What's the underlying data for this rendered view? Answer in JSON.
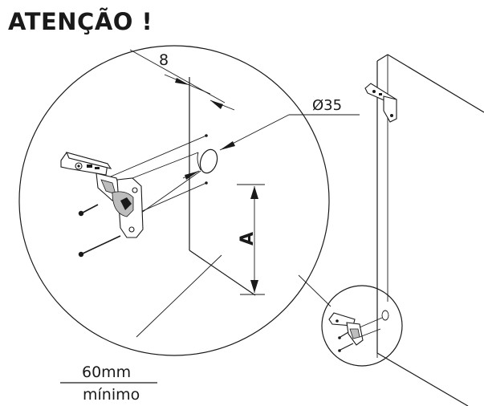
{
  "title": "ATENÇÃO !",
  "dimensions": {
    "edge_distance": "8",
    "cup_diameter": "Ø35",
    "height_label": "A",
    "min_distance_value": "60mm",
    "min_distance_unit": "mínimo"
  },
  "colors": {
    "line": "#1a1a1a",
    "background": "#ffffff",
    "shade": "#bdbdbd"
  },
  "icons": {
    "hinge": "concealed-cup-hinge",
    "screw": "wood-screw"
  }
}
